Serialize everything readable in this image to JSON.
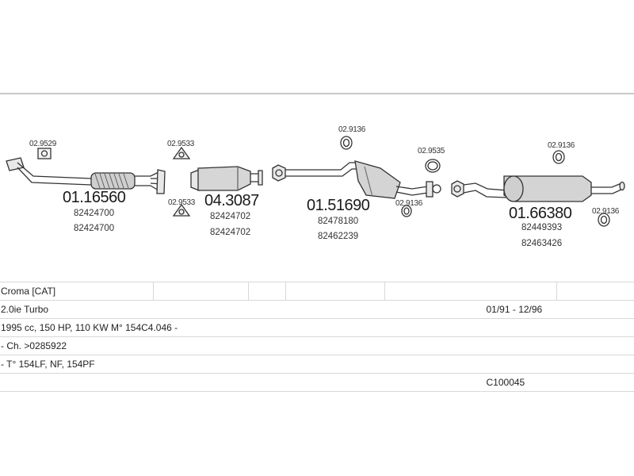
{
  "diagram": {
    "parts": [
      {
        "code": "02.9529"
      },
      {
        "code": "01.16560",
        "refs": [
          "82424700",
          "82424700"
        ]
      },
      {
        "code": "02.9533"
      },
      {
        "code": "02.9533"
      },
      {
        "code": "04.3087",
        "refs": [
          "82424702",
          "82424702"
        ]
      },
      {
        "code": "02.9136"
      },
      {
        "code": "01.51690",
        "refs": [
          "82478180",
          "82462239"
        ]
      },
      {
        "code": "02.9535"
      },
      {
        "code": "02.9136"
      },
      {
        "code": "02.9136"
      },
      {
        "code": "01.66380",
        "refs": [
          "82449393",
          "82463426"
        ]
      },
      {
        "code": "02.9136"
      }
    ]
  },
  "info": {
    "model": "Croma  [CAT]",
    "engine": "2.0ie Turbo",
    "years": "01/91 - 12/96",
    "spec": "1995 cc, 150 HP, 110 KW M° 154C4.046 -",
    "chassis": "- Ch. >0285922",
    "types": "- T° 154LF, NF, 154PF",
    "catalog_code": "C100045"
  }
}
